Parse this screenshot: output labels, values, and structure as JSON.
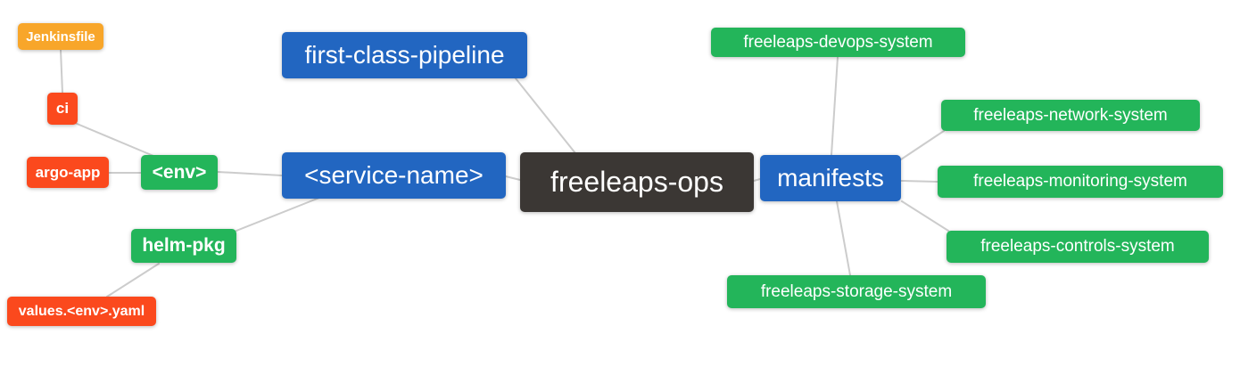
{
  "palette": {
    "blue": "#2266c1",
    "green": "#23b55a",
    "red": "#fb491d",
    "orange": "#f8a62a",
    "dark": "#3b3734",
    "edge": "#cccccc",
    "background": "#ffffff",
    "text": "#ffffff"
  },
  "mindmap": {
    "root": {
      "label": "freeleaps-ops"
    },
    "nodes": {
      "first_class_pipeline": {
        "label": "first-class-pipeline"
      },
      "service_name": {
        "label": "<service-name>"
      },
      "manifests": {
        "label": "manifests"
      },
      "env": {
        "label": "<env>"
      },
      "helm_pkg": {
        "label": "helm-pkg"
      },
      "ci": {
        "label": "ci"
      },
      "argo_app": {
        "label": "argo-app"
      },
      "jenkinsfile": {
        "label": "Jenkinsfile"
      },
      "values_env_yaml": {
        "label": "values.<env>.yaml"
      },
      "devops_system": {
        "label": "freeleaps-devops-system"
      },
      "network_system": {
        "label": "freeleaps-network-system"
      },
      "monitoring_system": {
        "label": "freeleaps-monitoring-system"
      },
      "controls_system": {
        "label": "freeleaps-controls-system"
      },
      "storage_system": {
        "label": "freeleaps-storage-system"
      }
    },
    "edges": [
      "jenkinsfile - ci",
      "ci - env",
      "argo_app - env",
      "env - service_name",
      "helm_pkg - service_name",
      "values_env_yaml - helm_pkg",
      "service_name - freeleaps_ops",
      "first_class_pipeline - freeleaps_ops",
      "freeleaps_ops - manifests",
      "manifests - devops_system",
      "manifests - network_system",
      "manifests - monitoring_system",
      "manifests - controls_system",
      "manifests - storage_system"
    ]
  }
}
